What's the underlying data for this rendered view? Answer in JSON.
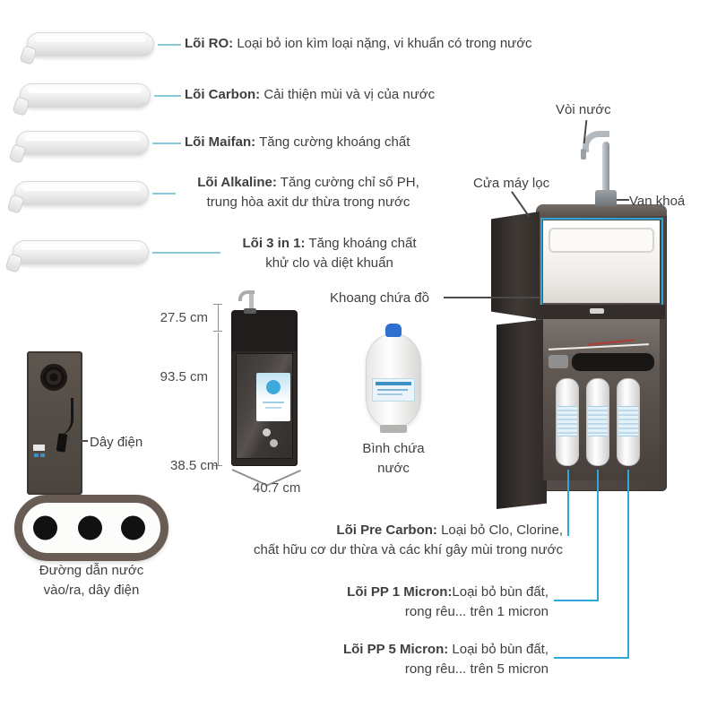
{
  "colors": {
    "connector_teal": "#8ac9da",
    "connector_blue": "#2fa7d9",
    "pointer_dark": "#4a4a4a",
    "text": "#3f3f3f",
    "cabinet_dark": "#4a433f",
    "storage_highlight": "#2da4d8",
    "tank_cap_blue": "#2f6fd0"
  },
  "top_filters": {
    "items": [
      {
        "name": "Lõi RO:",
        "lines": [
          " Loại bỏ ion kìm loại nặng, vi khuẩn có trong nước"
        ]
      },
      {
        "name": "Lõi Carbon:",
        "lines": [
          " Cải thiện mùi và vị của nước"
        ]
      },
      {
        "name": "Lõi Maifan:",
        "lines": [
          " Tăng cường khoáng chất"
        ]
      },
      {
        "name": "Lõi Alkaline:",
        "lines": [
          " Tăng cường chỉ số PH,",
          "trung hòa axit dư thừa trong nước"
        ]
      },
      {
        "name": "Lõi 3 in 1:",
        "lines": [
          " Tăng khoáng chất",
          "khử clo và diệt khuẩn"
        ]
      }
    ]
  },
  "machine_labels": {
    "faucet": "Vòi nước",
    "filter_door": "Cửa máy lọc",
    "valve": "Van khoá",
    "storage": "Khoang chứa đồ"
  },
  "dimensions": {
    "top": "27.5 cm",
    "height": "93.5 cm",
    "width": "38.5 cm",
    "depth": "40.7 cm"
  },
  "tank_label": "Bình chứa nước",
  "back_view": {
    "cable_label": "Dây điện",
    "ports_label": "Đường dẫn nước vào/ra, dây điện"
  },
  "bottom_filters": {
    "items": [
      {
        "name": "Lõi Pre Carbon:",
        "lines": [
          " Loại bỏ Clo, Clorine,",
          "chất hữu cơ dư thừa và các khí gây mùi trong nước"
        ]
      },
      {
        "name": "Lõi PP 1 Micron:",
        "lines": [
          "Loại bỏ bùn đất,",
          "rong rêu... trên 1 micron"
        ]
      },
      {
        "name": "Lõi PP 5 Micron:",
        "lines": [
          " Loại bỏ bùn đất,",
          "rong rêu... trên 5 micron"
        ]
      }
    ]
  }
}
